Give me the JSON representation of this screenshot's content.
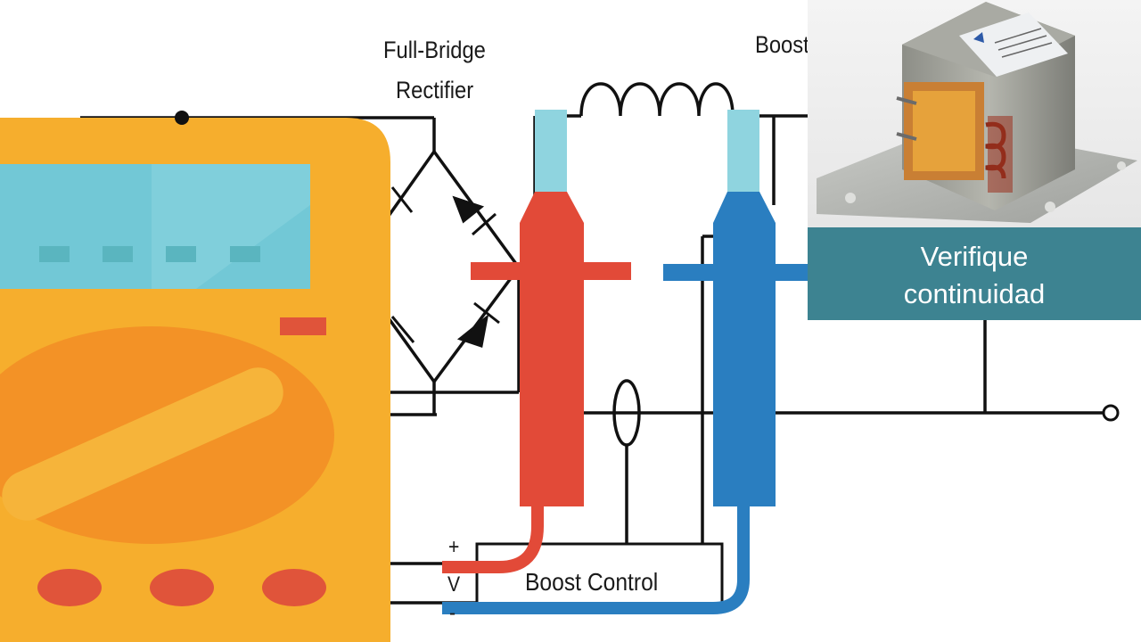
{
  "diagram": {
    "rectifier_label_line1": "Full-Bridge",
    "rectifier_label_line2": "Rectifier",
    "boost_label": "Boost",
    "control_box_label": "Boost Control",
    "terminal_plus": "+",
    "terminal_v": "V",
    "terminal_minus": "-"
  },
  "caption": {
    "line1": "Verifique",
    "line2": "continuidad"
  },
  "colors": {
    "wire": "#111111",
    "multimeter_body": "#f6ae2d",
    "multimeter_dial": "#f39226",
    "multimeter_screen": "#72c8d6",
    "button_red": "#e0543a",
    "probe_red": "#e24a38",
    "probe_blue": "#2a7ec0",
    "probe_tip": "#8fd4df",
    "caption_bg": "#3d8391"
  },
  "icons": [
    "multimeter-icon",
    "red-probe-icon",
    "blue-probe-icon",
    "transformer-photo"
  ]
}
